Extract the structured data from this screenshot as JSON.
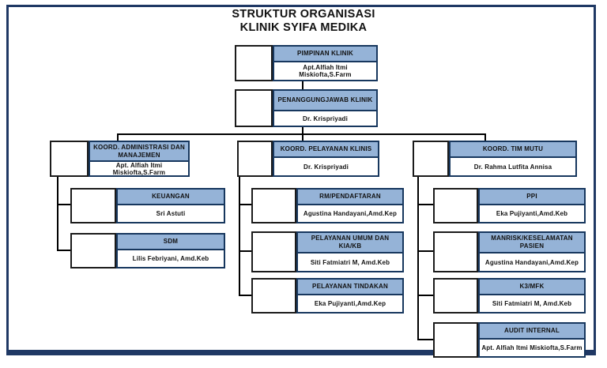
{
  "title": {
    "line1": "STRUKTUR ORGANISASI",
    "line2": "KLINIK SYIFA MEDIKA"
  },
  "colors": {
    "header_fill": "#95B3D7",
    "box_border": "#17375E",
    "outer_border": "#1F3864",
    "connector_line": "#000000"
  },
  "nodes": {
    "pimpinan": {
      "title": "PIMPINAN KLINIK",
      "name": "Apt.Alfiah Itmi Miskiofta,S.Farm"
    },
    "penanggungjawab": {
      "title": "PENANGGUNGJAWAB KLINIK",
      "name": "Dr. Krispriyadi"
    },
    "koord_admin": {
      "title": "KOORD. ADMINISTRASI DAN MANAJEMEN",
      "name": "Apt. Alfiah Itmi Miskiofta,S.Farm"
    },
    "keuangan": {
      "title": "KEUANGAN",
      "name": "Sri Astuti"
    },
    "sdm": {
      "title": "SDM",
      "name": "Lilis Febriyani, Amd.Keb"
    },
    "koord_klinis": {
      "title": "KOORD. PELAYANAN KLINIS",
      "name": "Dr. Krispriyadi"
    },
    "rm_pendaftaran": {
      "title": "RM/PENDAFTARAN",
      "name": "Agustina Handayani,Amd.Kep"
    },
    "pelayanan_umum": {
      "title": "PELAYANAN UMUM DAN KIA/KB",
      "name": "Siti Fatmiatri M, Amd.Keb"
    },
    "tindakan": {
      "title": "PELAYANAN TINDAKAN",
      "name": "Eka Pujiyanti,Amd.Kep"
    },
    "koord_mutu": {
      "title": "KOORD. TIM MUTU",
      "name": "Dr. Rahma Lutfita Annisa"
    },
    "ppi": {
      "title": "PPI",
      "name": "Eka Pujiyanti,Amd.Keb"
    },
    "manrisk": {
      "title": "MANRISK/KESELAMATAN PASIEN",
      "name": "Agustina Handayani,Amd.Kep"
    },
    "k3_mfk": {
      "title": "K3/MFK",
      "name": "Siti Fatmiatri M, Amd.Keb"
    },
    "audit_internal": {
      "title": "AUDIT INTERNAL",
      "name": "Apt. Alfiah Itmi Miskiofta,S.Farm"
    }
  }
}
